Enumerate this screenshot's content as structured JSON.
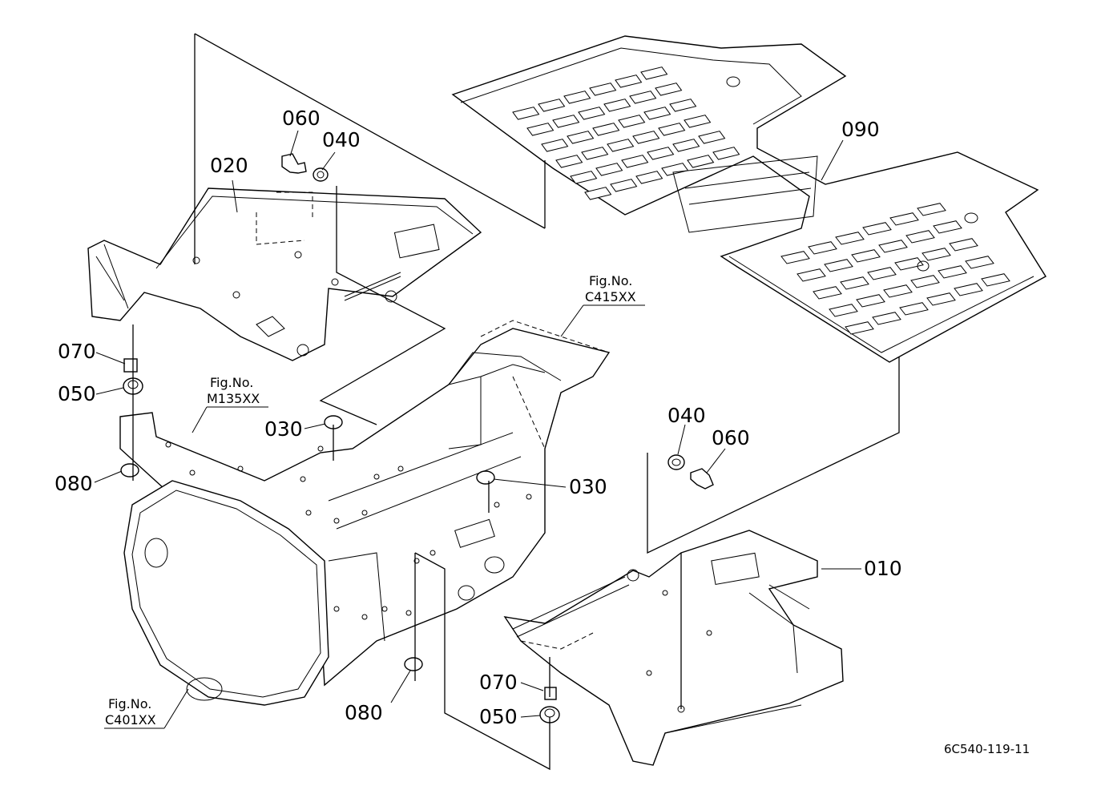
{
  "callouts": [
    {
      "id": "c-010",
      "text": "010"
    },
    {
      "id": "c-020",
      "text": "020"
    },
    {
      "id": "c-030a",
      "text": "030"
    },
    {
      "id": "c-030b",
      "text": "030"
    },
    {
      "id": "c-040a",
      "text": "040"
    },
    {
      "id": "c-040b",
      "text": "040"
    },
    {
      "id": "c-050a",
      "text": "050"
    },
    {
      "id": "c-050b",
      "text": "050"
    },
    {
      "id": "c-060a",
      "text": "060"
    },
    {
      "id": "c-060b",
      "text": "060"
    },
    {
      "id": "c-070a",
      "text": "070"
    },
    {
      "id": "c-070b",
      "text": "070"
    },
    {
      "id": "c-080a",
      "text": "080"
    },
    {
      "id": "c-080b",
      "text": "080"
    },
    {
      "id": "c-090",
      "text": "090"
    }
  ],
  "figure_refs": [
    {
      "id": "f-c415",
      "line1": "Fig.No.",
      "line2": "C415XX"
    },
    {
      "id": "f-m135",
      "line1": "Fig.No.",
      "line2": "M135XX"
    },
    {
      "id": "f-c401",
      "line1": "Fig.No.",
      "line2": "C401XX"
    }
  ],
  "drawing_code": "6C540-119-11"
}
